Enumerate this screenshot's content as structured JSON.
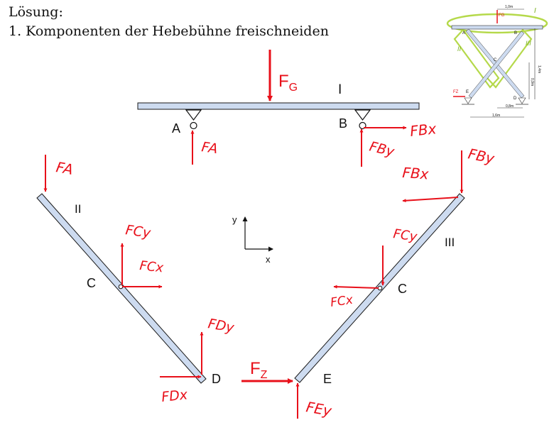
{
  "header": {
    "title": "Lösung:",
    "step": "1. Komponenten der Hebebühne freischneiden"
  },
  "components": {
    "platform": "I",
    "left_bar": "II",
    "right_bar": "III"
  },
  "points": {
    "A": "A",
    "B": "B",
    "C_left": "C",
    "C_right": "C",
    "D": "D",
    "E": "E"
  },
  "axes": {
    "x": "x",
    "y": "y"
  },
  "forces": {
    "FG": "F",
    "FG_sub": "G",
    "FZ": "F",
    "FZ_sub": "Z",
    "FA_platform": "FA",
    "FBx_platform": "FBx",
    "FBy_platform": "FBy",
    "FA_bar": "FA",
    "FBy_bar": "FBy",
    "FBx_bar": "FBx",
    "FCy_left": "FCy",
    "FCx_left": "FCx",
    "FCy_right": "FCy",
    "FCx_right": "FCx",
    "FDy": "FDy",
    "FDx": "FDx",
    "FEy": "FEy"
  },
  "thumbnail": {
    "dim_top": "1,0m",
    "dim_mid": "0,8m",
    "dim_bottom": "1,6m",
    "dim_right_outer": "1,4m",
    "dim_right_inner": "0,9m",
    "label_FG": "FG",
    "label_FZ": "FZ",
    "label_I": "I",
    "label_II": "II",
    "label_III": "III",
    "pt_A": "A",
    "pt_B": "B",
    "pt_C": "C",
    "pt_D": "D",
    "pt_E": "E"
  },
  "colors": {
    "beam_fill": "#cddbf0",
    "beam_stroke": "#1a1a1a",
    "force": "#e8101a",
    "highlight": "#b5d94a"
  }
}
